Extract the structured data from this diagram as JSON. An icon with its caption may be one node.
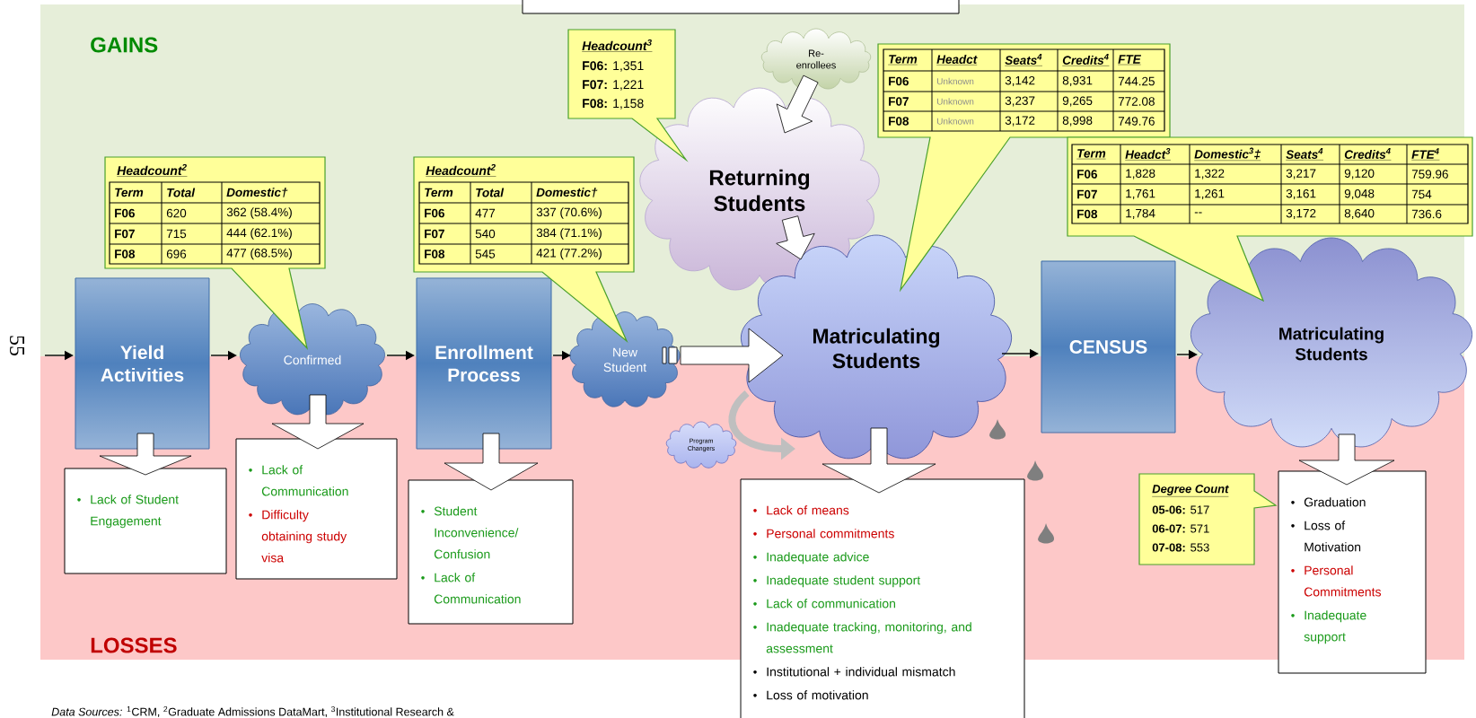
{
  "diagram": {
    "nodes": [
      {
        "text": [
          "Yield Activities"
        ]
      },
      {
        "text": [
          "Confirmed"
        ]
      },
      {
        "text": [
          "Enrollment Process"
        ]
      },
      {
        "text": [
          "New Student"
        ]
      },
      {
        "text": [
          "Re-enrollees"
        ]
      },
      {
        "text": [
          "Returning Students"
        ]
      },
      {
        "text": [
          "Program Changers"
        ]
      },
      {
        "text": [
          "Matriculating Students"
        ]
      },
      {
        "text": [
          "CENSUS"
        ]
      },
      {
        "text": [
          "Matriculating Students"
        ]
      },
      {
        "text": [
          "Headcount$^{2}$",
          "Term",
          "Total",
          "Domestic†",
          "F06",
          "620",
          "362 (58.4%)",
          "F07",
          "715",
          "444 (62.1%)",
          "F08",
          "696",
          "477 (68.5%)"
        ]
      },
      {
        "text": [
          "Headcount$^{2}$",
          "Term",
          "Total",
          "Domestic†",
          "F06",
          "477",
          "337 (70.6%)",
          "F07",
          "540",
          "384 (71.1%)",
          "F08",
          "545",
          "421 (77.2%)"
        ]
      },
      {
        "text": [
          "Headcount$^{3}$",
          "**F06:** 1,351",
          "**F07:** 1,221",
          "**F08:** 1,158"
        ]
      },
      {
        "text": [
          "Term",
          "Headct",
          "Seats$^{4}$",
          "Credits$^{4}$",
          "FTE",
          "F06",
          "Unknown",
          "3,142",
          "8,931",
          "744.25",
          "F07",
          "Unknown",
          "3,237",
          "9,265",
          "772.08",
          "F08",
          "Unknown",
          "3,172",
          "8,998",
          "749.76"
        ]
      },
      {
        "text": [
          "Term",
          "Headct$^{3}$",
          "Domestic$^{3}$‡",
          "Seats$^{4}$",
          "Credits$^{4}$",
          "FTE$^{4}$",
          "F06",
          "1,828",
          "1,322",
          "3,217",
          "9,120",
          "759.96",
          "F07",
          "1,761",
          "1,261",
          "3,161",
          "9,048",
          "754",
          "F08",
          "1,784",
          "--",
          "3,172",
          "8,640",
          "736.6"
        ]
      },
      {
        "text": [
          "Degree Count",
          "**05-06:** 517",
          "**06-07:** 571",
          "**07-08:** 553"
        ]
      },
      {
        "text": [
          "Lack of Student Engagement"
        ]
      },
      {
        "text": [
          "Lack of Communication",
          "Difficulty obtaining study visa"
        ]
      },
      {
        "text": [
          "Student Inconvenience/ Confusion",
          "Lack of Communication"
        ]
      },
      {
        "text": [
          "Lack of means",
          "Personal commitments",
          "Inadequate advice",
          "Inadequate student support",
          "Lack of communication",
          "Inadequate tracking, monitoring, and assessment",
          "Institutional + individual mismatch",
          "Loss of motivation"
        ]
      },
      {
        "text": [
          "Graduation",
          "Loss of Motivation",
          "Personal Commitments",
          "Inadequate support"
        ]
      },
      {
        "text": [],
        "shape": "box"
      }
    ],
    "edges": [
      {
        "from": null,
        "to": 0,
        "arrow": "to"
      },
      {
        "from": 0,
        "to": 1,
        "arrow": "to"
      },
      {
        "from": 1,
        "to": 2,
        "arrow": "to"
      },
      {
        "from": 2,
        "to": 3,
        "arrow": "to"
      },
      {
        "from": 3,
        "to": 7,
        "arrow": "to"
      },
      {
        "from": 4,
        "to": 5,
        "arrow": "to"
      },
      {
        "from": 5,
        "to": 7,
        "arrow": "to"
      },
      {
        "from": 7,
        "to": 7,
        "arrow": "to",
        "style": "thick",
        "color": "#bfbfbf"
      },
      {
        "from": 7,
        "to": 8,
        "arrow": "to"
      },
      {
        "from": 8,
        "to": 9,
        "arrow": "to"
      },
      {
        "from": 0,
        "to": 16,
        "arrow": "to"
      },
      {
        "from": 1,
        "to": 17,
        "arrow": "to"
      },
      {
        "from": 2,
        "to": 18,
        "arrow": "to"
      },
      {
        "from": 7,
        "to": 19,
        "arrow": "to"
      },
      {
        "from": 9,
        "to": 20,
        "arrow": "to"
      }
    ],
    "labels": [
      "GAINS",
      "LOSSES",
      "55",
      "*Data Sources:* $^{1}$CRM, $^{2}$Graduate Admissions DataMart, $^{3}$Institutional Research &"
    ]
  }
}
